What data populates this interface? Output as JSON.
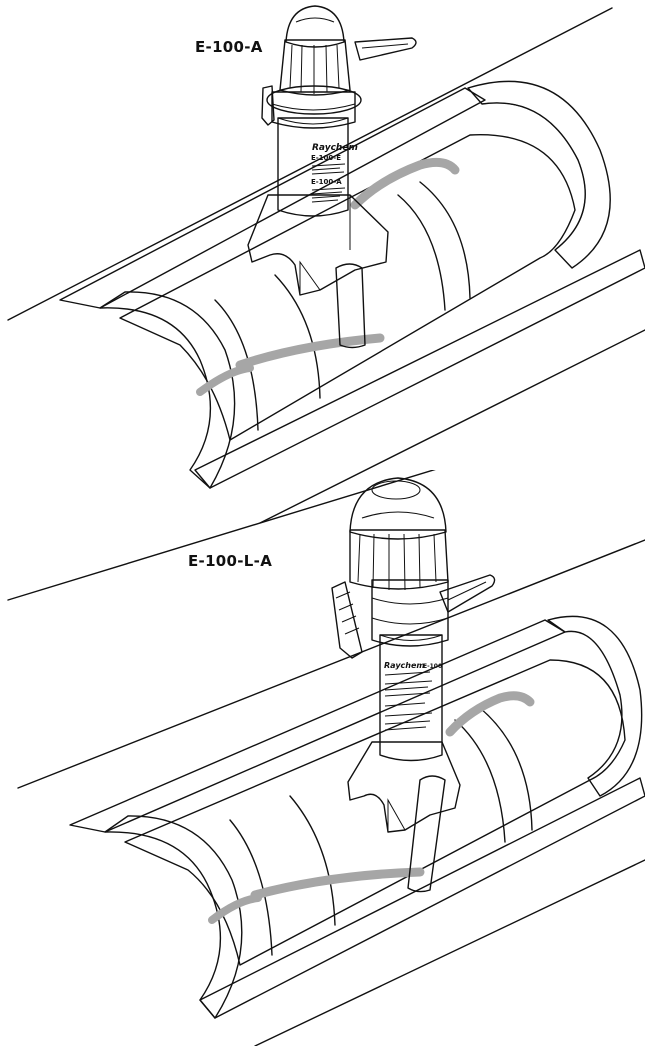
{
  "figures": [
    {
      "label": "E-100-A",
      "brand": "Raychem",
      "model_line": "E-100-E",
      "model_line_2": "E-100-A"
    },
    {
      "label": "E-100-L-A",
      "brand": "Raychem",
      "model_line": "E-100"
    }
  ],
  "colors": {
    "insulation_fill": "#d9d9d9",
    "heating_cable": "#a6a6a6",
    "outline": "#111111",
    "background": "#ffffff"
  }
}
